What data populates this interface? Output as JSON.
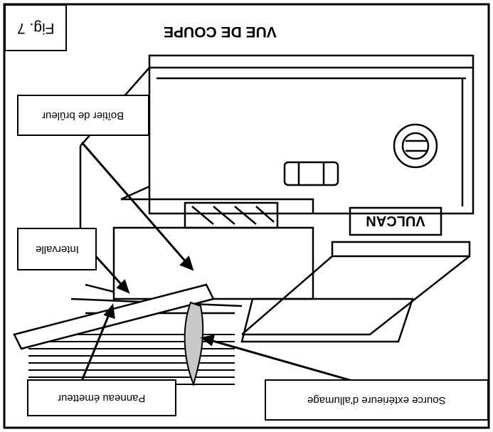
{
  "figure": {
    "title": "VUE DE COUPE",
    "fig_label": "Fig. 7",
    "labels": {
      "burner_box": "Boîtier de brûleur",
      "gap": "Intervalle",
      "radiant_panel": "Panneau émetteur",
      "ignition_source": "Source extérieure d'allumage"
    },
    "brand_plate": "VULCAN",
    "orientation": "rotated 180 degrees (upside down)"
  },
  "colors": {
    "ink": "#000000",
    "paper": "#ffffff",
    "flame": "#c8c8c8"
  }
}
